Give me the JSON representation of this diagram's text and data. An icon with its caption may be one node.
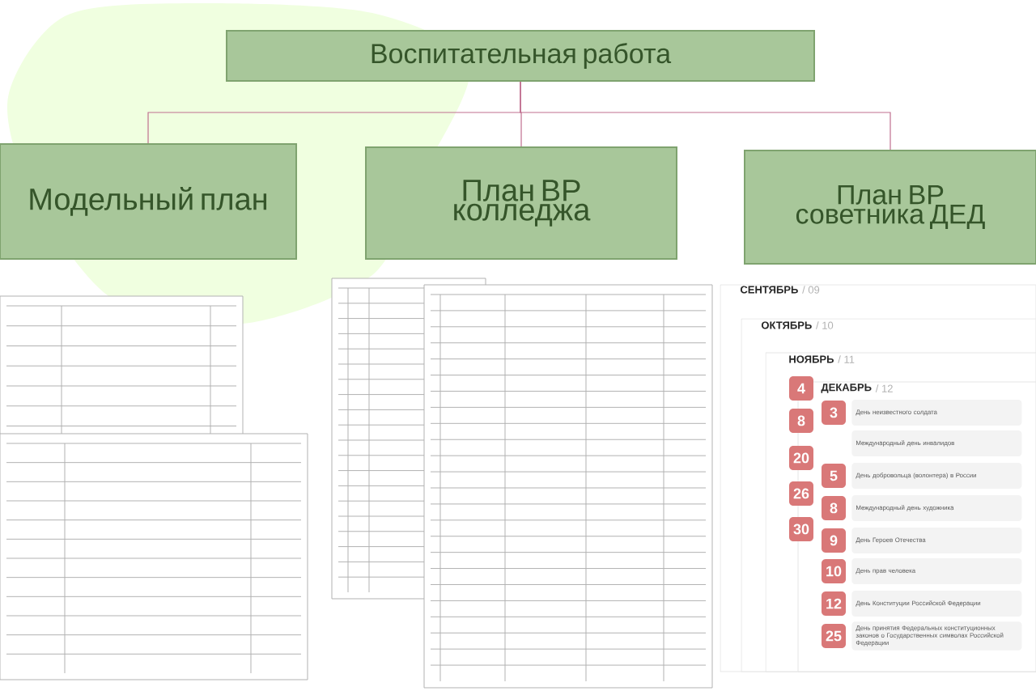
{
  "diagram": {
    "nodes": [
      {
        "text": [
          "Воспитательная работа"
        ]
      },
      {
        "text": [
          "Модельный план"
        ]
      },
      {
        "text": [
          "План ВР колледжа"
        ]
      },
      {
        "text": [
          "План ВР советника ДЕД"
        ]
      }
    ],
    "edges": [
      {
        "from": 0,
        "to": 1,
        "arrow": "none"
      },
      {
        "from": 0,
        "to": 2,
        "arrow": "none"
      },
      {
        "from": 0,
        "to": 3,
        "arrow": "none"
      }
    ],
    "labels": [
      "СЕНТЯБРЬ",
      "/ 09",
      "ОКТЯБРЬ",
      "/ 10",
      "НОЯБРЬ",
      "/ 11",
      "ДЕКАБРЬ",
      "/ 12",
      "4",
      "8",
      "20",
      "26",
      "30",
      "3",
      "День неизвестного солдата",
      "Международный день инвалидов",
      "5",
      "День добровольца (волонтера) в России",
      "8",
      "Международный день художника",
      "9",
      "День Героев Отечества",
      "10",
      "День прав человека",
      "12",
      "День Конституции Российской Федерации",
      "25",
      "День принятия Федеральных конституционных законов о Государственных символах Российской Федерации"
    ]
  }
}
